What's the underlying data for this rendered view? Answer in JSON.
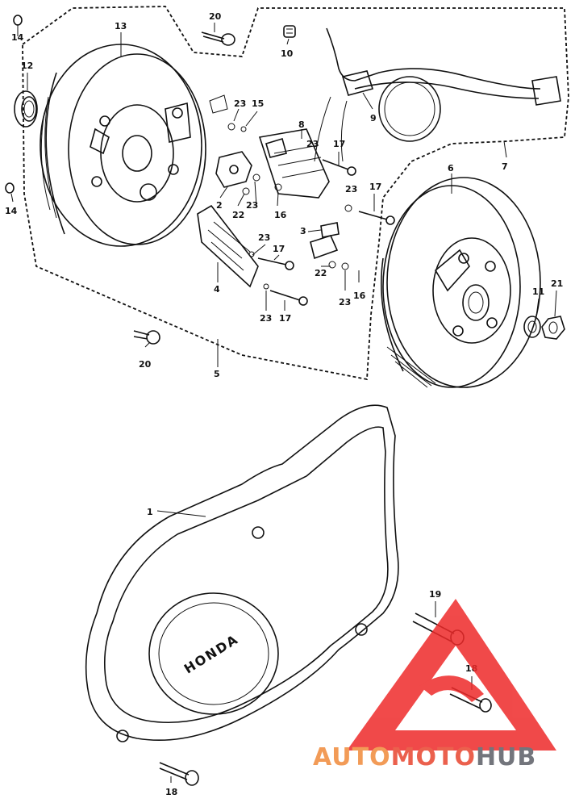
{
  "diagram": {
    "callouts": [
      "1",
      "2",
      "3",
      "4",
      "5",
      "6",
      "7",
      "8",
      "9",
      "10",
      "11",
      "12",
      "13",
      "14",
      "14",
      "15",
      "16",
      "16",
      "17",
      "17",
      "17",
      "17",
      "18",
      "18",
      "19",
      "20",
      "20",
      "21",
      "22",
      "22",
      "23",
      "23",
      "23",
      "23",
      "23",
      "23",
      "23"
    ],
    "cover_brand": "HONDA"
  },
  "watermark": {
    "text_auto": "AUTO",
    "text_moto": "MOTO",
    "text_hub": "HUB",
    "colors": {
      "auto": "#f08a3a",
      "moto": "#e8452e",
      "hub": "#5b5e66",
      "triangle": "#ee2a2a"
    }
  }
}
